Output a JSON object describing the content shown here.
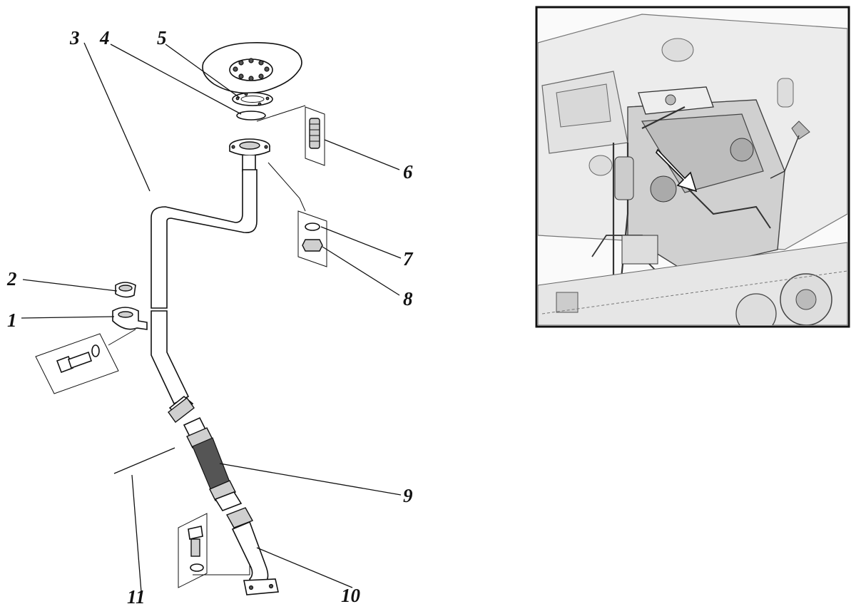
{
  "callouts": {
    "c1": "1",
    "c2": "2",
    "c3": "3",
    "c4": "4",
    "c5": "5",
    "c6": "6",
    "c7": "7",
    "c8": "8",
    "c9": "9",
    "c10": "10",
    "c11": "11"
  },
  "inset": {
    "subject": "tracked-vehicle-engine-compartment-view"
  },
  "colors": {
    "ink": "#111111",
    "background": "#ffffff"
  }
}
